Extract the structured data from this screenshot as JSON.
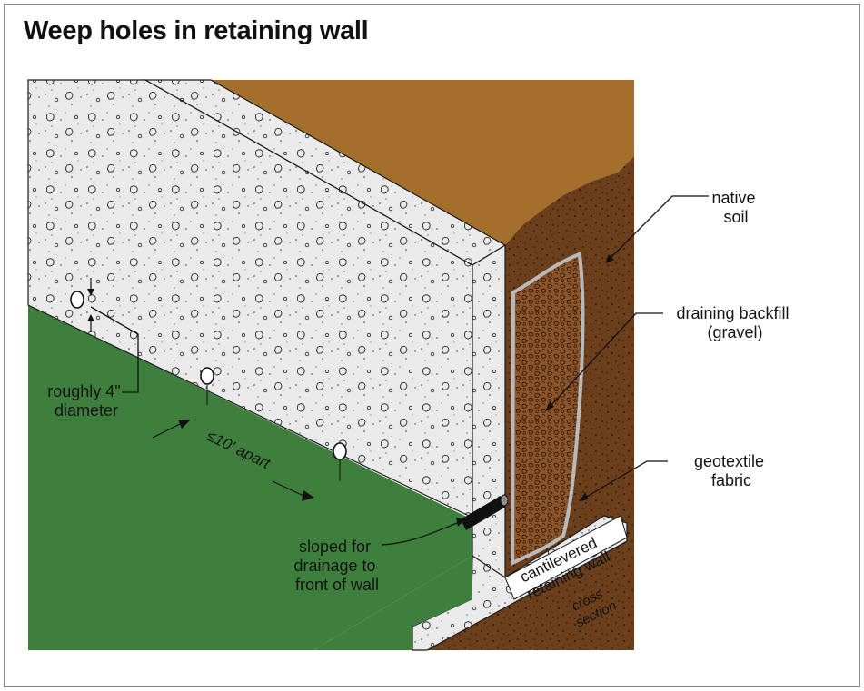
{
  "title": "Weep holes in retaining wall",
  "labels": {
    "native_soil": [
      "native",
      "soil"
    ],
    "draining_backfill": [
      "draining backfill",
      "(gravel)"
    ],
    "geotextile": [
      "geotextile",
      "fabric"
    ],
    "hole_size": [
      "roughly 4\"",
      "diameter"
    ],
    "spacing": "≤10' apart",
    "slope": [
      "sloped for",
      "drainage to",
      "front of wall"
    ],
    "wall_type": [
      "cantilevered",
      "retaining wall"
    ],
    "cross_section": [
      "cross",
      "section"
    ]
  },
  "colors": {
    "lawn": "#3f7f3e",
    "native_soil_top": "#a36f2b",
    "native_soil_section": "#6b3e1c",
    "backfill": "#8a5428",
    "concrete": "#e9e9e9",
    "geotextile": "#b9b9b9"
  }
}
